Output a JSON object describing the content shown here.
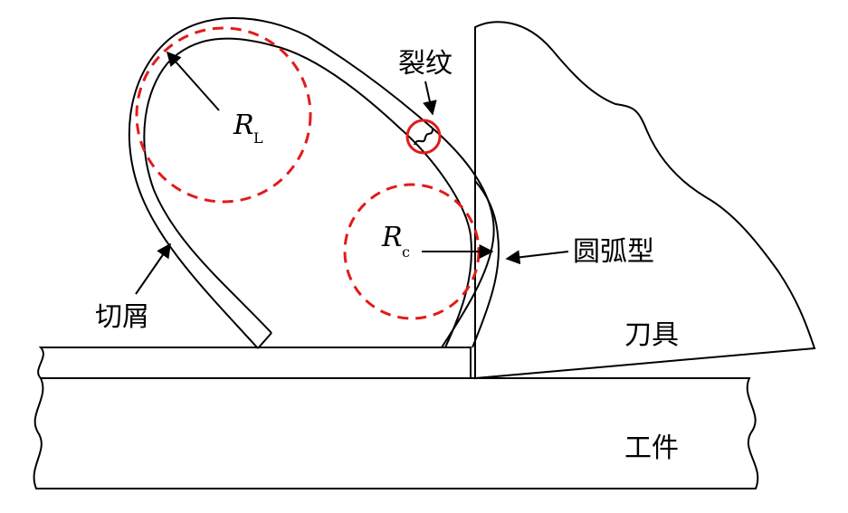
{
  "labels": {
    "crack": "裂纹",
    "chip": "切屑",
    "arc_type": "圆弧型",
    "tool": "刀具",
    "workpiece": "工件",
    "radius_L": "R",
    "radius_L_sub": "L",
    "radius_c": "R",
    "radius_c_sub": "c"
  },
  "colors": {
    "line": "#000000",
    "circle": "#e21b1b",
    "background": "#ffffff"
  }
}
